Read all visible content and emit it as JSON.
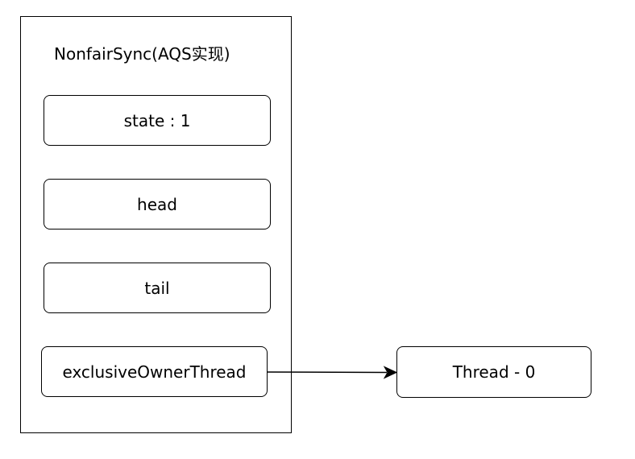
{
  "container": {
    "title": "NonfairSync(AQS实现)",
    "fields": [
      {
        "label": "state : 1"
      },
      {
        "label": "head"
      },
      {
        "label": "tail"
      },
      {
        "label": "exclusiveOwnerThread"
      }
    ]
  },
  "thread": {
    "label": "Thread - 0"
  },
  "colors": {
    "stroke": "#000000",
    "background": "#ffffff"
  }
}
